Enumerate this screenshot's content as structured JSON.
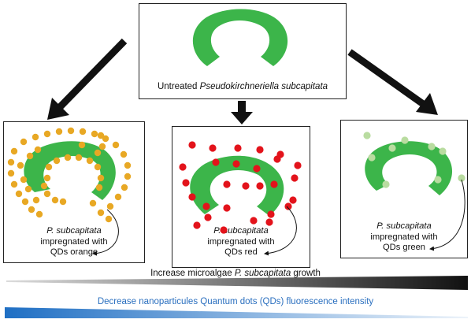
{
  "top": {
    "caption_prefix": "Untreated ",
    "caption_species": "Pseudokirchneriella subcapitata"
  },
  "panels": [
    {
      "species": "P. subcapitata",
      "line2": "impregnated with",
      "line3": "QDs orange",
      "dot_color": "#e8a824"
    },
    {
      "species": "P. subcapitata",
      "line2": "impregnated with",
      "line3": "QDs red",
      "dot_color": "#e3131b"
    },
    {
      "species": "P. subcapitata",
      "line2": "impregnated with",
      "line3": "QDs green",
      "dot_color": "#b9dca0"
    }
  ],
  "gradients": {
    "growth_prefix": "Increase microalgae ",
    "growth_species": "P. subcapitata",
    "growth_suffix": " growth",
    "fluorescence_label": "Decrease nanoparticules Quantum dots (QDs) fluorescence intensity",
    "growth_color": "#111111",
    "fluorescence_color": "#1f6fc4"
  },
  "colors": {
    "algae": "#3cb54a",
    "arrow": "#111111"
  }
}
